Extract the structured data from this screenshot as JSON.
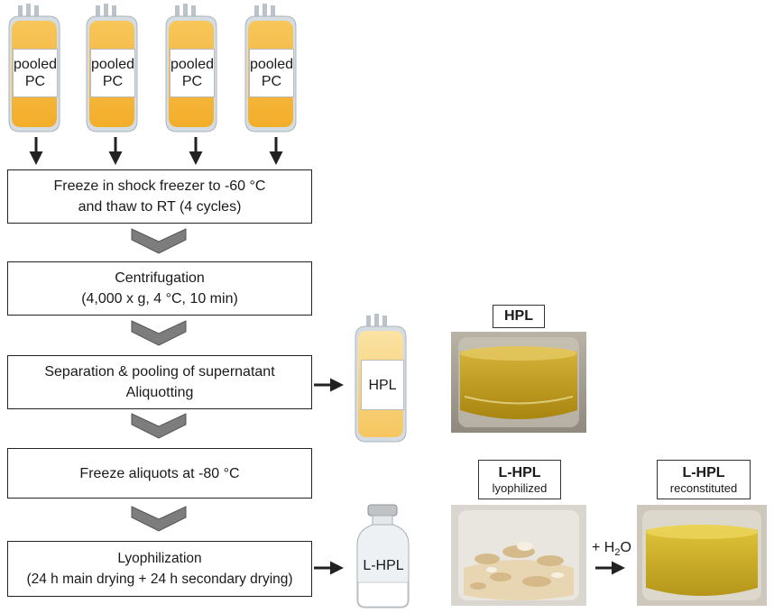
{
  "bags": [
    {
      "line1": "pooled",
      "line2": "PC"
    },
    {
      "line1": "pooled",
      "line2": "PC"
    },
    {
      "line1": "pooled",
      "line2": "PC"
    },
    {
      "line1": "pooled",
      "line2": "PC"
    }
  ],
  "steps": [
    {
      "line1": "Freeze in shock freezer to -60 °C",
      "line2": "and thaw to RT (4 cycles)"
    },
    {
      "line1": "Centrifugation",
      "line2": "(4,000 x g, 4 °C, 10 min)"
    },
    {
      "line1": "Separation & pooling of supernatant",
      "line2": "Aliquotting"
    },
    {
      "line1": "Freeze aliquots at -80 °C",
      "line2": ""
    },
    {
      "line1": "Lyophilization",
      "line2": "(24 h main drying + 24 h secondary drying)"
    }
  ],
  "hpl_bag_label": "HPL",
  "vial_label": "L-HPL",
  "photos": [
    {
      "title": "HPL",
      "subtitle": ""
    },
    {
      "title": "L-HPL",
      "subtitle": "lyophilized"
    },
    {
      "title": "L-HPL",
      "subtitle": "reconstituted"
    }
  ],
  "water_label_prefix": "+ H",
  "water_label_sub": "2",
  "water_label_suffix": "O",
  "colors": {
    "bag_fill": "#f5b834",
    "bag_light": "#f9d27a",
    "bag_shell": "#d6dde2",
    "liquid": "#c8a11a",
    "arrow": "#222222",
    "chevron": "#7d7d7d"
  }
}
